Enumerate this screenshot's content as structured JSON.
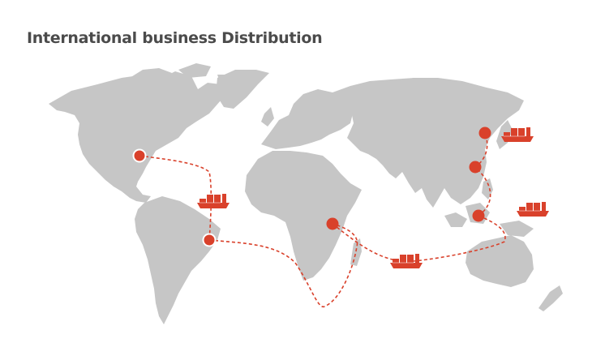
{
  "title": "International business Distribution",
  "colors": {
    "land": "#c6c6c6",
    "accent": "#d9412b",
    "title": "#4b4b4b",
    "background": "#ffffff"
  },
  "ports": [
    {
      "id": "north-america-east-coast"
    },
    {
      "id": "brazil"
    },
    {
      "id": "east-africa"
    },
    {
      "id": "east-china"
    },
    {
      "id": "south-china"
    },
    {
      "id": "southeast-asia"
    }
  ],
  "ships": [
    {
      "id": "atlantic-north"
    },
    {
      "id": "indian-ocean"
    },
    {
      "id": "east-china-sea"
    },
    {
      "id": "philippine-sea"
    }
  ]
}
